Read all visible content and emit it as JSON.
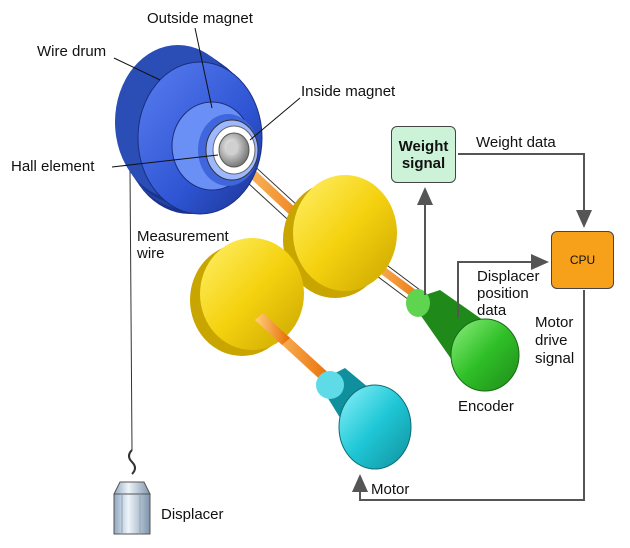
{
  "labels": {
    "outside_magnet": "Outside magnet",
    "wire_drum": "Wire drum",
    "inside_magnet": "Inside magnet",
    "hall_element": "Hall element",
    "weight_data": "Weight data",
    "measurement_wire_1": "Measurement",
    "measurement_wire_2": "wire",
    "displacer_position_1": "Displacer",
    "displacer_position_2": "position",
    "displacer_position_3": "data",
    "motor_drive_1": "Motor",
    "motor_drive_2": "drive",
    "motor_drive_3": "signal",
    "encoder": "Encoder",
    "motor": "Motor",
    "displacer": "Displacer"
  },
  "boxes": {
    "weight_signal_1": "Weight",
    "weight_signal_2": "signal",
    "cpu": "CPU"
  },
  "colors": {
    "drum": "#2f55d4",
    "gear": "#f5d20f",
    "shaft": "#f28a1a",
    "encoder": "#2fbf27",
    "motor": "#1fc7d6",
    "cpu": "#f7a11b",
    "weight_box": "#ccf3d8"
  }
}
